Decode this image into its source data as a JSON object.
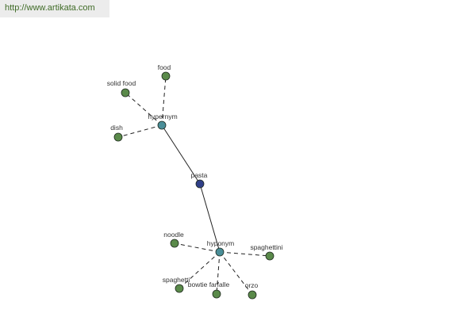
{
  "source": {
    "url_text": "http://www.artikata.com"
  },
  "colors": {
    "leaf": "#5a8a4a",
    "relation": "#4a8e98",
    "root": "#2f3f88",
    "link": "#3f6b26"
  },
  "graph": {
    "root": {
      "id": "pasta",
      "label": "pasta"
    },
    "groups": [
      {
        "id": "hypernym",
        "label": "hypernym",
        "children": [
          {
            "id": "food",
            "label": "food"
          },
          {
            "id": "solid-food",
            "label": "solid food"
          },
          {
            "id": "dish",
            "label": "dish"
          }
        ]
      },
      {
        "id": "hyponym",
        "label": "hyponym",
        "children": [
          {
            "id": "noodle",
            "label": "noodle"
          },
          {
            "id": "spaghettini",
            "label": "spaghettini"
          },
          {
            "id": "spaghetti",
            "label": "spaghetti"
          },
          {
            "id": "bowtie-farfalle",
            "label": "bowtie farfalle"
          },
          {
            "id": "orzo",
            "label": "orzo"
          }
        ]
      }
    ]
  }
}
